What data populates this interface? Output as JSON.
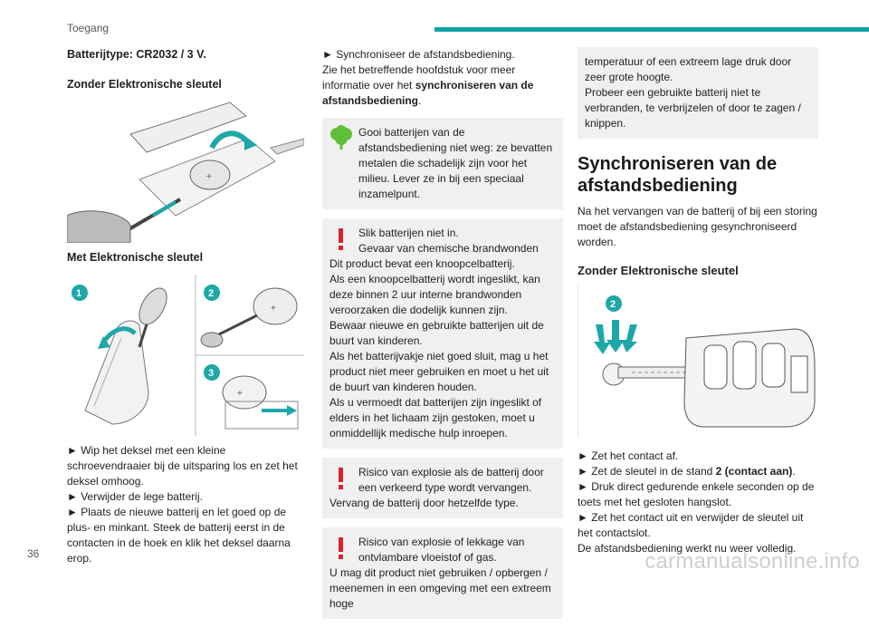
{
  "header": {
    "section": "Toegang",
    "accent": "#11a3a6"
  },
  "page_number": "36",
  "watermark": "carmanualsonline.info",
  "col1": {
    "battery_type": "Batterijtype: CR2032 / 3 V.",
    "heading_without": "Zonder Elektronische sleutel",
    "heading_with": "Met Elektronische sleutel",
    "steps": [
      "► Wip het deksel met een kleine schroevendraaier bij de uitsparing los en zet het deksel omhoog.",
      "► Verwijder de lege batterij.",
      "► Plaats de nieuwe batterij en let goed op de plus- en minkant. Steek de batterij eerst in de contacten in de hoek en klik het deksel daarna erop."
    ],
    "badges": [
      "1",
      "2",
      "3"
    ]
  },
  "col2": {
    "sync_step": "► Synchroniseer de afstandsbediening.",
    "sync_ref_pre": "Zie het betreffende hoofdstuk voor meer informatie over het ",
    "sync_ref_bold": "synchroniseren van de afstandsbediening",
    "sync_ref_post": ".",
    "env_box": "Gooi batterijen van de afstandsbediening niet weg: ze bevatten metalen die schadelijk zijn voor het milieu. Lever ze in bij een speciaal inzamelpunt.",
    "warn1_head": "Slik batterijen niet in.\nGevaar van chemische brandwonden",
    "warn1_body": "Dit product bevat een knoopcelbatterij.\nAls een knoopcelbatterij wordt ingeslikt, kan deze binnen 2 uur interne brandwonden veroorzaken die dodelijk kunnen zijn.\nBewaar nieuwe en gebruikte batterijen uit de buurt van kinderen.\nAls het batterijvakje niet goed sluit, mag u het product niet meer gebruiken en moet u het uit de buurt van kinderen houden.\nAls u vermoedt dat batterijen zijn ingeslikt of elders in het lichaam zijn gestoken, moet u onmiddellijk medische hulp inroepen.",
    "warn2_head": "Risico van explosie als de batterij door een verkeerd type wordt vervangen.",
    "warn2_body": "Vervang de batterij door hetzelfde type.",
    "warn3_head": "Risico van explosie of lekkage van ontvlambare vloeistof of gas.",
    "warn3_body": "U mag dit product niet gebruiken / opbergen / meenemen in een omgeving met een extreem hoge"
  },
  "col3": {
    "box_cont": "temperatuur of een extreem lage druk door zeer grote hoogte.\nProbeer een gebruikte batterij niet te verbranden, te verbrijzelen of door te zagen / knippen.",
    "title": "Synchroniseren van de afstandsbediening",
    "intro": "Na het vervangen van de batterij of bij een storing moet de afstandsbediening gesynchroniseerd worden.",
    "sub_heading": "Zonder Elektronische sleutel",
    "badge": "2",
    "steps": [
      {
        "text": "► Zet het contact af.",
        "bold": ""
      },
      {
        "text": "► Zet de sleutel in de stand ",
        "bold": "2 (contact aan)",
        "after": "."
      },
      {
        "text": "► Druk direct gedurende enkele seconden op de toets met het gesloten hangslot.",
        "bold": ""
      },
      {
        "text": "► Zet het contact uit en verwijder de sleutel uit het contactslot.",
        "bold": ""
      }
    ],
    "final": "De afstandsbediening werkt nu weer volledig."
  },
  "icons": {
    "env": "tree-icon",
    "warn": "exclamation-icon",
    "env_color": "#5fbf3a",
    "warn_color": "#d9232d",
    "badge_color": "#1ea7a8"
  }
}
